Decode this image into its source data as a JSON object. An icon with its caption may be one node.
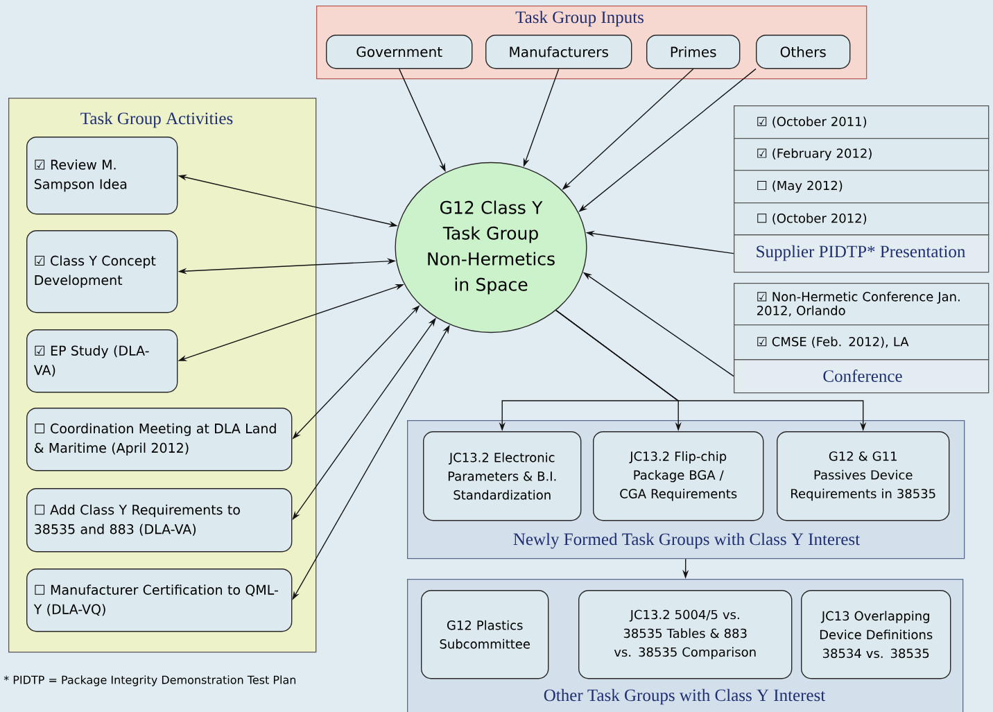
{
  "diagram": {
    "nodes": [
      {
        "text": [
          "Task Group Inputs"
        ]
      },
      {
        "text": [
          "Government"
        ],
        "in": 0
      },
      {
        "text": [
          "Manufacturers"
        ],
        "in": 0
      },
      {
        "text": [
          "Primes"
        ],
        "in": 0
      },
      {
        "text": [
          "Others"
        ],
        "in": 0
      },
      {
        "text": [
          "G12 Class Y Task Group Non-Hermetics in Space"
        ]
      },
      {
        "text": [
          "Task Group Activities"
        ]
      },
      {
        "text": [
          "☑ Review M. Sampson Idea"
        ],
        "in": 6
      },
      {
        "text": [
          "☑ Class Y Concept Development"
        ],
        "in": 6
      },
      {
        "text": [
          "☑ EP Study (DLA-VA)"
        ],
        "in": 6
      },
      {
        "text": [
          "☐ Coordination Meeting at DLA Land & Maritime (April 2012)"
        ],
        "in": 6
      },
      {
        "text": [
          "☐ Add Class Y Requirements to 38535 and 883 (DLA-VA)"
        ],
        "in": 6
      },
      {
        "text": [
          "☐ Manufacturer Certification to QML-Y (DLA-VQ)"
        ],
        "in": 6
      },
      {
        "text": [
          "Supplier PIDTP* Presentation"
        ]
      },
      {
        "text": [
          "☑ (October 2011)"
        ]
      },
      {
        "text": [
          "☑ (February 2012)"
        ]
      },
      {
        "text": [
          "☐ (May 2012)"
        ]
      },
      {
        "text": [
          "☐ (October 2012)"
        ]
      },
      {
        "text": [
          "Conference"
        ]
      },
      {
        "text": [
          "☑ Non-Hermetic Conference Jan. 2012, Orlando"
        ]
      },
      {
        "text": [
          "☑ CMSE (Feb. 2012), LA"
        ]
      },
      {
        "text": [
          "Newly Formed Task Groups with Class Y Interest"
        ]
      },
      {
        "text": [
          "JC13.2 Electronic Parameters & B.I. Standardization"
        ],
        "in": 21
      },
      {
        "text": [
          "JC13.2 Flip-chip Package BGA / CGA Requirements"
        ],
        "in": 21
      },
      {
        "text": [
          "G12 & G11 Passives Device Requirements in 38535"
        ],
        "in": 21
      },
      {
        "text": [
          "Other Task Groups with Class Y Interest"
        ]
      },
      {
        "text": [
          "G12 Plastics Subcommittee"
        ],
        "in": 25
      },
      {
        "text": [
          "JC13.2 5004/5 vs. 38535 Tables & 883 vs. 38535 Comparison"
        ],
        "in": 25
      },
      {
        "text": [
          "JC13 Overlapping Device Definitions 38534 vs. 38535"
        ],
        "in": 25
      }
    ],
    "edges": [
      {
        "from": 1,
        "to": 5,
        "arrow": "to"
      },
      {
        "from": 2,
        "to": 5,
        "arrow": "to"
      },
      {
        "from": 3,
        "to": 5,
        "arrow": "to"
      },
      {
        "from": 4,
        "to": 5,
        "arrow": "to"
      },
      {
        "from": 13,
        "to": 5,
        "arrow": "to"
      },
      {
        "from": 18,
        "to": 5,
        "arrow": "to"
      },
      {
        "from": 7,
        "to": 5,
        "arrow": "both"
      },
      {
        "from": 8,
        "to": 5,
        "arrow": "both"
      },
      {
        "from": 9,
        "to": 5,
        "arrow": "both"
      },
      {
        "from": 10,
        "to": 5,
        "arrow": "both"
      },
      {
        "from": 11,
        "to": 5,
        "arrow": "both"
      },
      {
        "from": 12,
        "to": 5,
        "arrow": "both"
      },
      {
        "from": 5,
        "to": 22,
        "arrow": "to"
      },
      {
        "from": 5,
        "to": 23,
        "arrow": "to"
      },
      {
        "from": 5,
        "to": 24,
        "arrow": "to"
      },
      {
        "from": 21,
        "to": 25,
        "arrow": "to"
      }
    ],
    "labels": [
      "* PIDTP = Package Integrity Demonstration Test Plan"
    ]
  }
}
